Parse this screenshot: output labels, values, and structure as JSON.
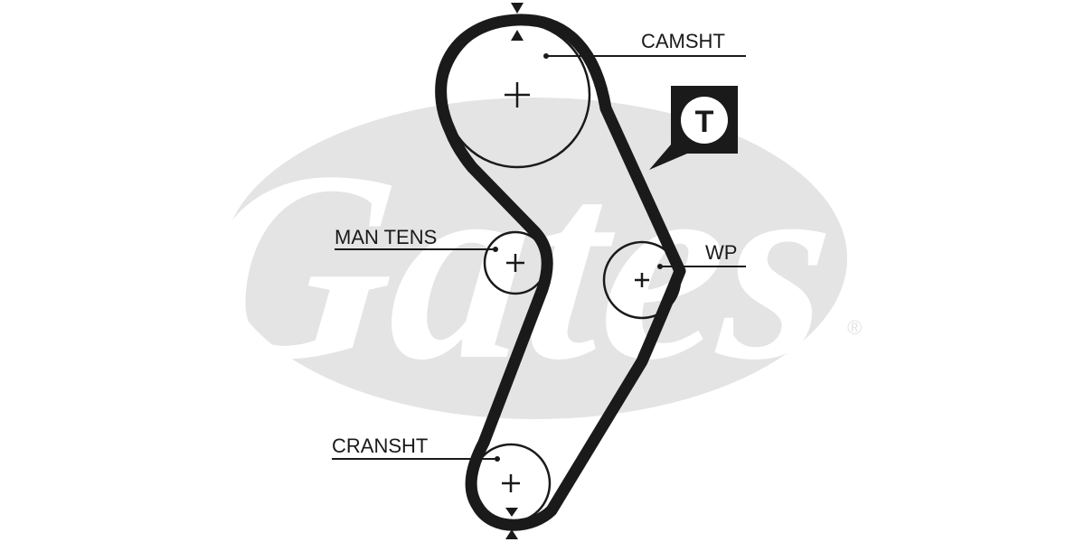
{
  "watermark": {
    "text": "Gates",
    "registered": "®",
    "color": "#e4e4e4"
  },
  "colors": {
    "belt": "#1a1a1a",
    "line": "#1a1a1a",
    "badge_bg": "#1a1a1a",
    "badge_fg": "#ffffff"
  },
  "badge": {
    "letter": "T",
    "icon": "tensioner-badge-icon"
  },
  "pulleys": {
    "camshaft": {
      "label": "CAMSHT"
    },
    "manual_tensioner": {
      "label": "MAN TENS"
    },
    "water_pump": {
      "label": "WP"
    },
    "crankshaft": {
      "label": "CRANSHT"
    }
  },
  "markers": [
    "timing-mark-arrow-icon",
    "crosshair-icon"
  ]
}
